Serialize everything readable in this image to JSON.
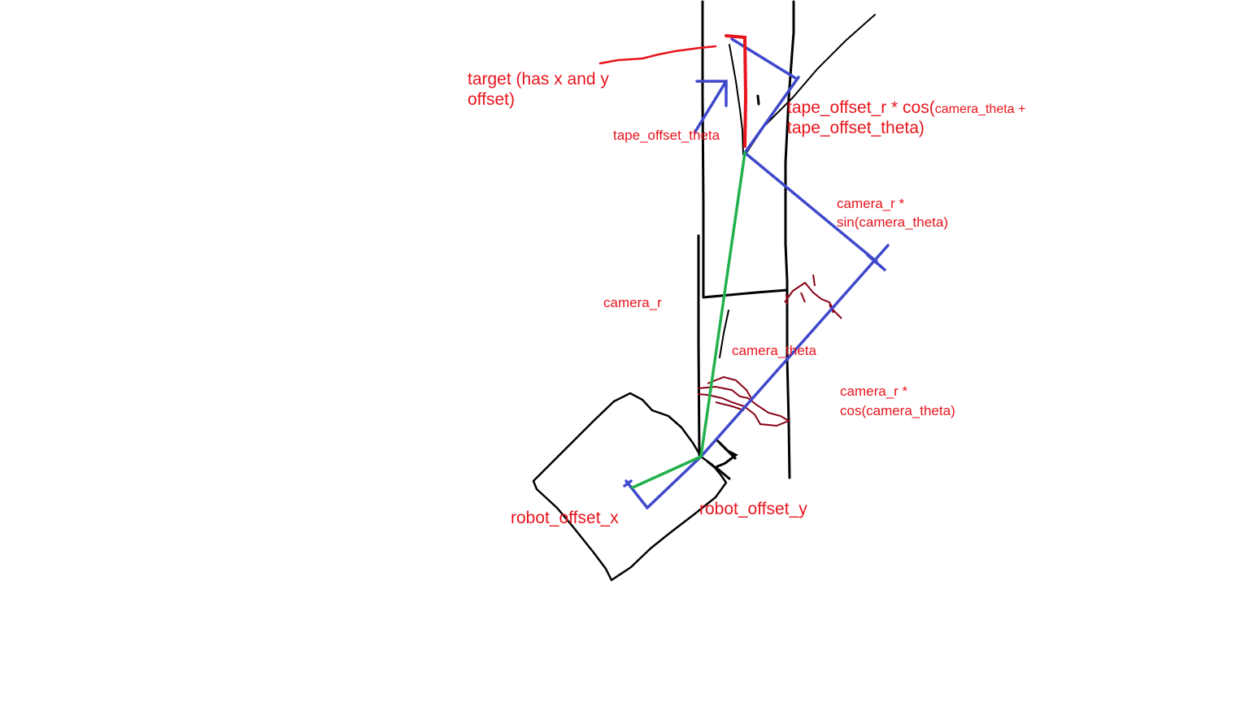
{
  "labels": {
    "target_line1": "target (has x and y",
    "target_line2": "offset)",
    "tape_offset_theta": "tape_offset_theta",
    "tape_cos_prefix": "tape_offset_r * cos(",
    "tape_cos_small": "camera_theta +",
    "tape_cos_line2": "tape_offset_theta)",
    "camera_r_sin_line1": "camera_r *",
    "camera_r_sin_line2": "sin(camera_theta)",
    "camera_r": "camera_r",
    "camera_theta": "camera_theta",
    "camera_r_cos_line1": "camera_r *",
    "camera_r_cos_line2": "cos(camera_theta)",
    "robot_offset_x": "robot_offset_x",
    "robot_offset_y": "robot_offset_y"
  },
  "colors": {
    "ink_black": "#000000",
    "ink_red": "#e8141c",
    "ink_blue": "#3f48cc",
    "ink_green": "#22b14c",
    "ink_darkred": "#880015",
    "background": "#ffffff"
  }
}
